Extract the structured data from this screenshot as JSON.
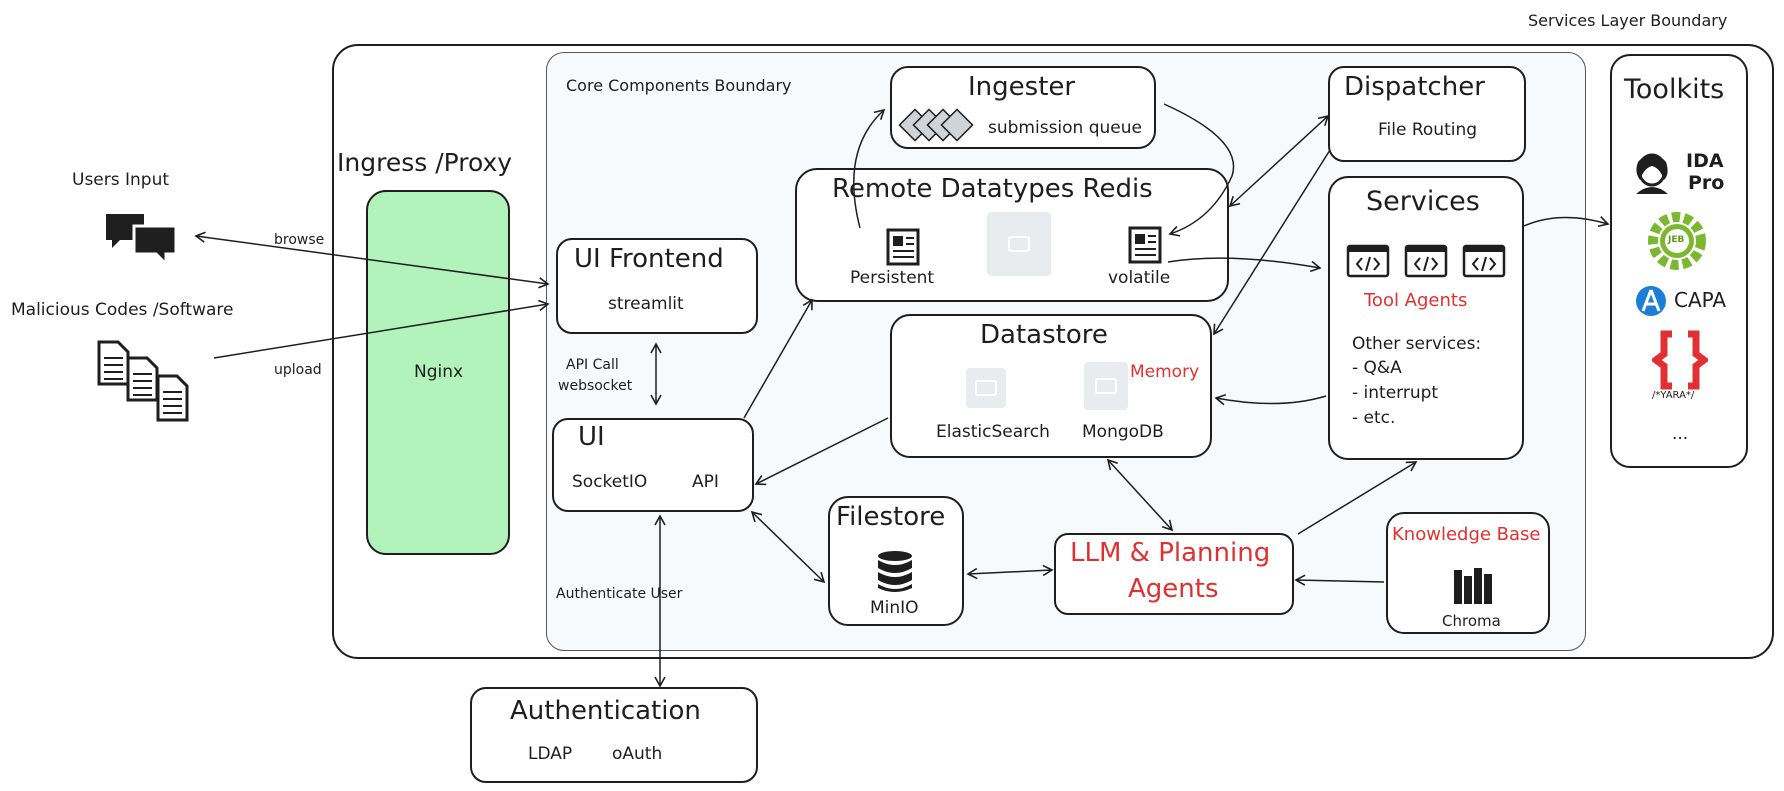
{
  "services_layer_label": "Services Layer Boundary",
  "core_components_label": "Core Components Boundary",
  "ingress": {
    "title": "Ingress /Proxy",
    "server": "Nginx"
  },
  "users_input": "Users Input",
  "malicious_codes": "Malicious Codes /Software",
  "edges": {
    "browse": "browse",
    "upload": "upload",
    "api_call": "API Call",
    "websocket": "websocket",
    "authenticate_user": "Authenticate User"
  },
  "ingester": {
    "title": "Ingester",
    "subtitle": "submission queue"
  },
  "dispatcher": {
    "title": "Dispatcher",
    "subtitle": "File Routing"
  },
  "redis": {
    "title": "Remote Datatypes Redis",
    "persistent": "Persistent",
    "volatile": "volatile"
  },
  "ui_frontend": {
    "title": "UI Frontend",
    "subtitle": "streamlit"
  },
  "ui": {
    "title": "UI",
    "socketio": "SocketIO",
    "api": "API"
  },
  "datastore": {
    "title": "Datastore",
    "memory": "Memory",
    "elastic": "ElasticSearch",
    "mongo": "MongoDB"
  },
  "filestore": {
    "title": "Filestore",
    "minio": "MinIO"
  },
  "llm": {
    "line1": "LLM & Planning",
    "line2": "Agents"
  },
  "knowledge_base": {
    "title": "Knowledge Base",
    "chroma": "Chroma"
  },
  "services": {
    "title": "Services",
    "tool_agents": "Tool Agents",
    "other_title": "Other services:",
    "other_items": [
      "- Q&A",
      "- interrupt",
      "- etc."
    ]
  },
  "toolkits": {
    "title": "Toolkits",
    "ida_line1": "IDA",
    "ida_line2": "Pro",
    "jeb": "JEB",
    "capa": "CAPA",
    "yara": "/*YARA*/",
    "more": "..."
  },
  "authentication": {
    "title": "Authentication",
    "ldap": "LDAP",
    "oauth": "oAuth"
  },
  "colors": {
    "ingress_fill": "#b2f2bb",
    "accent_red": "#e03131",
    "core_fill": "#f8f9fa"
  }
}
